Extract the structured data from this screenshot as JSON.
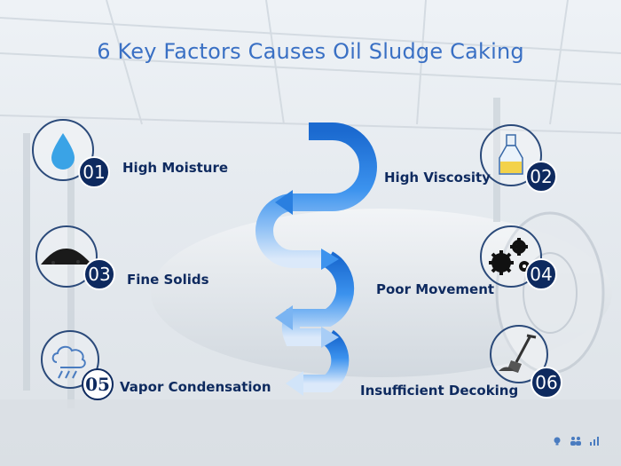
{
  "title": "6 Key Factors Causes Oil Sludge Caking",
  "factors": [
    {
      "number": "01",
      "label": "High Moisture",
      "icon": "water-drop-icon"
    },
    {
      "number": "02",
      "label": "High Viscosity",
      "icon": "oil-bottle-icon"
    },
    {
      "number": "03",
      "label": "Fine Solids",
      "icon": "sludge-pile-icon"
    },
    {
      "number": "04",
      "label": "Poor Movement",
      "icon": "gears-icon"
    },
    {
      "number": "05",
      "label": "Vapor Condensation",
      "icon": "vapor-cloud-icon"
    },
    {
      "number": "06",
      "label": "Insufficient Decoking",
      "icon": "shovel-icon"
    }
  ],
  "colors": {
    "title": "#3a70c4",
    "label": "#0e2a5f",
    "number_badge": "#0e2a5f",
    "arrow_dark": "#1f6fd1",
    "arrow_light": "#d6e7fb"
  },
  "footer_icons": [
    "lightbulb-icon",
    "people-icon",
    "bar-chart-icon"
  ]
}
